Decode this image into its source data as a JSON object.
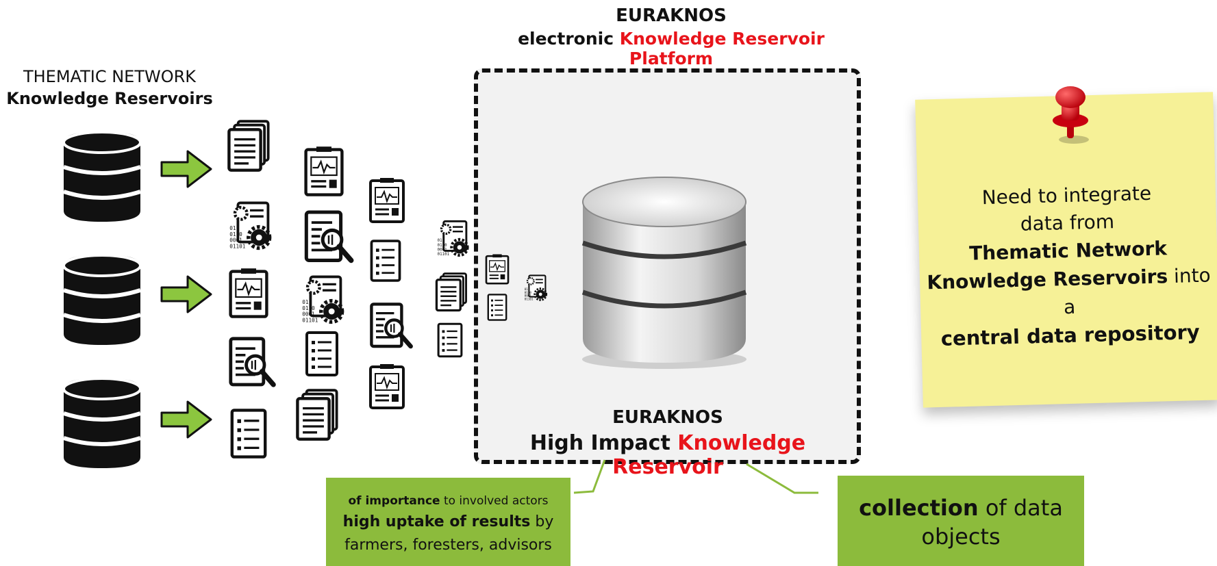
{
  "platform": {
    "title": "EURAKNOS",
    "subtitle_prefix": "electronic ",
    "subtitle_highlight": "Knowledge Reservoir Platform"
  },
  "thematic": {
    "line1": "THEMATIC NETWORK",
    "line2": "Knowledge Reservoirs"
  },
  "central": {
    "title": "EURAKNOS",
    "label_prefix": "High Impact ",
    "label_highlight": "Knowledge Reservoir"
  },
  "callout_left": {
    "line1_bold": "of importance",
    "line1_rest": " to involved actors",
    "line2_bold": "high uptake of results",
    "line2_rest": " by",
    "line3": "farmers, foresters, advisors"
  },
  "callout_right": {
    "line1_bold": "collection",
    "line1_rest": " of data",
    "line2": "objects"
  },
  "note": {
    "line1": "Need to integrate",
    "line2": "data from",
    "line3": "Thematic Network",
    "line4_bold": "Knowledge Reservoirs",
    "line4_rest": " into",
    "line5": "a",
    "line6": "central data repository"
  },
  "colors": {
    "accent_red": "#e8141b",
    "arrow_green": "#8cc63f",
    "callout_green": "#8cbb3c",
    "note_yellow": "#f6f197",
    "pin_red": "#e3101a"
  },
  "icons": [
    "database-icon",
    "arrow-right-icon",
    "document-icon",
    "report-chart-icon",
    "data-settings-icon",
    "document-search-icon",
    "list-document-icon",
    "pushpin-icon"
  ]
}
